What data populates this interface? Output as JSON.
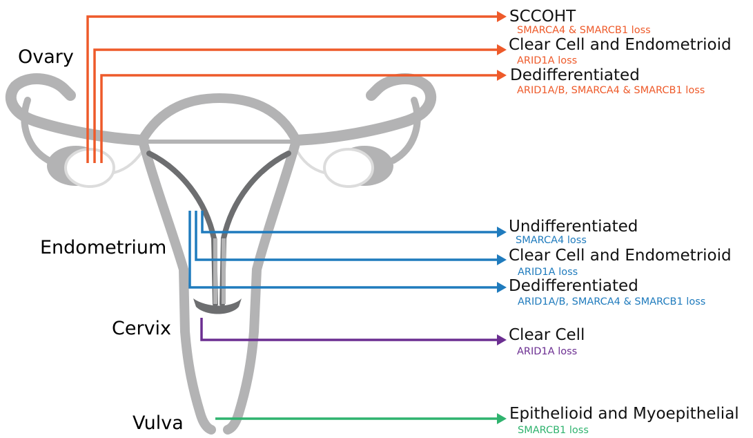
{
  "colors": {
    "ovary": "#ee5a2a",
    "endometrium": "#1f7bbd",
    "cervix": "#6b2e91",
    "vulva": "#2fb36e",
    "organ_light": "#b3b3b4",
    "organ_dark": "#6d6e70",
    "organ_pale": "#dcdcdc"
  },
  "regions": {
    "ovary": "Ovary",
    "endometrium": "Endometrium",
    "cervix": "Cervix",
    "vulva": "Vulva"
  },
  "ovary_tumors": [
    {
      "name": "SCCOHT",
      "loss": "SMARCA4 & SMARCB1 loss"
    },
    {
      "name": "Clear Cell and Endometrioid",
      "loss": "ARID1A loss"
    },
    {
      "name": "Dedifferentiated",
      "loss": "ARID1A/B, SMARCA4 & SMARCB1 loss"
    }
  ],
  "endometrium_tumors": [
    {
      "name": "Undifferentiated",
      "loss": "SMARCA4 loss"
    },
    {
      "name": "Clear Cell and Endometrioid",
      "loss": "ARID1A loss"
    },
    {
      "name": "Dedifferentiated",
      "loss": "ARID1A/B, SMARCA4 & SMARCB1 loss"
    }
  ],
  "cervix_tumors": [
    {
      "name": "Clear Cell",
      "loss": "ARID1A loss"
    }
  ],
  "vulva_tumors": [
    {
      "name": "Epithelioid and Myoepithelial",
      "loss": "SMARCB1 loss"
    }
  ]
}
